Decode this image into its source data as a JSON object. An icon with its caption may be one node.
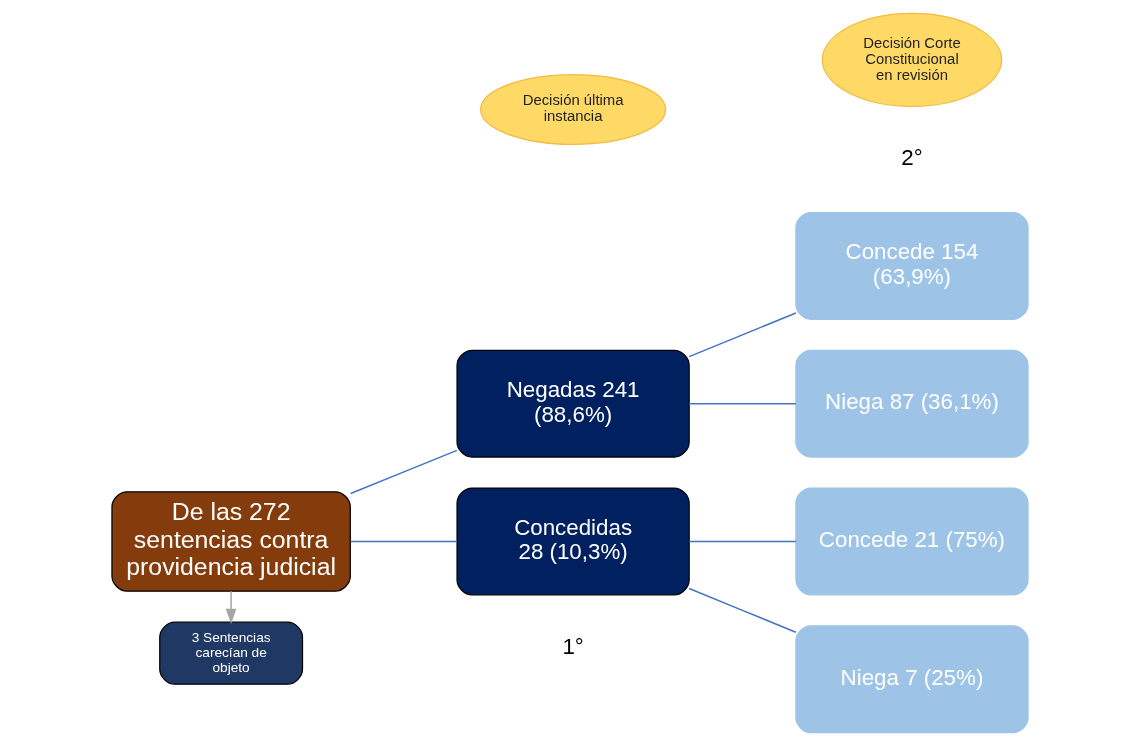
{
  "diagram": {
    "nodes": [
      {
        "text": [
          "De las 272 sentencias contra providencia judicial"
        ]
      },
      {
        "text": [
          "3 Sentencias carecían de objeto"
        ]
      },
      {
        "text": [
          "Negadas 241 (88,6%)"
        ]
      },
      {
        "text": [
          "Concedidas 28 (10,3%)"
        ]
      },
      {
        "text": [
          "Concede 154 (63,9%)"
        ]
      },
      {
        "text": [
          "Niega 87 (36,1%)"
        ]
      },
      {
        "text": [
          "Concede 21 (75%)"
        ]
      },
      {
        "text": [
          "Niega 7 (25%)"
        ]
      },
      {
        "text": [
          "Decisión última instancia"
        ]
      },
      {
        "text": [
          "Decisión Corte Constitucional en revisión"
        ]
      }
    ],
    "edges": [
      {
        "from": 0,
        "to": 1,
        "arrow": "to",
        "color": "#a6a6a6"
      },
      {
        "from": 0,
        "to": 2,
        "arrow": "none"
      },
      {
        "from": 0,
        "to": 3,
        "arrow": "none"
      },
      {
        "from": 2,
        "to": 4,
        "arrow": "none"
      },
      {
        "from": 2,
        "to": 5,
        "arrow": "none"
      },
      {
        "from": 3,
        "to": 6,
        "arrow": "none"
      },
      {
        "from": 3,
        "to": 7,
        "arrow": "none"
      }
    ],
    "labels": [
      "1°",
      "2°"
    ]
  }
}
